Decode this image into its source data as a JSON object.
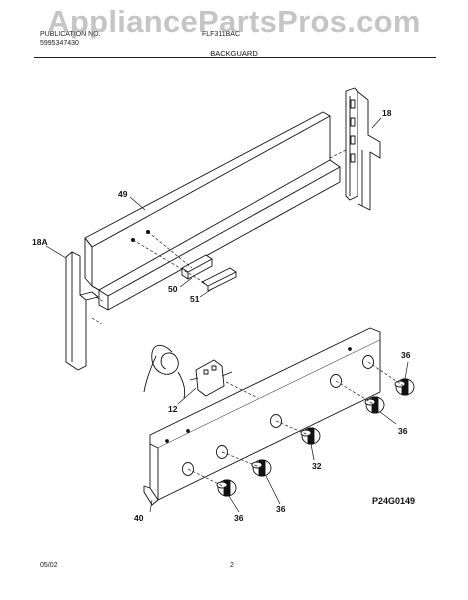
{
  "watermark": "AppliancePartsPros.com",
  "header": {
    "left_line1": "PUBLICATION NO.",
    "left_line2": "5995347430",
    "model": "FLF311BAC"
  },
  "title": "BACKGUARD",
  "callouts": {
    "c49": "49",
    "c18": "18",
    "c18a": "18A",
    "c50": "50",
    "c51": "51",
    "c12": "12",
    "c36": "36",
    "c32": "32",
    "c40": "40"
  },
  "figure_code": "P24G0149",
  "footer": {
    "date": "05/02",
    "page": "2"
  }
}
